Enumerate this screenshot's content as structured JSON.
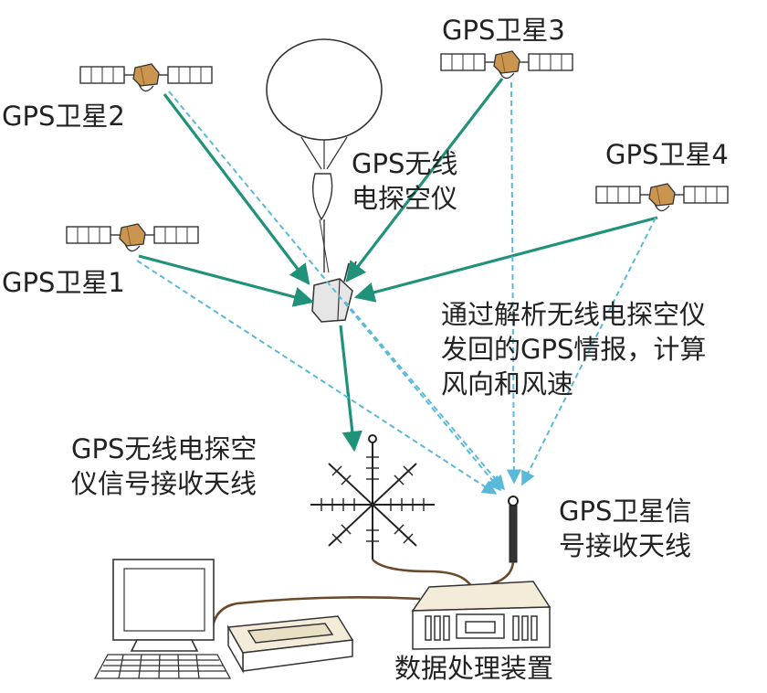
{
  "labels": {
    "satellite_1": "GPS卫星1",
    "satellite_2": "GPS卫星2",
    "satellite_3": "GPS卫星3",
    "satellite_4": "GPS卫星4",
    "radiosonde": [
      "GPS无线",
      "电探空仪"
    ],
    "analysis_note": [
      "通过解析无线电探空仪",
      "发回的GPS情报，计算",
      "风向和风速"
    ],
    "sonde_antenna": [
      "GPS无线电探空",
      "仪信号接收天线"
    ],
    "gps_antenna": [
      "GPS卫星信",
      "号接收天线"
    ],
    "processor": "数据处理装置"
  },
  "colors": {
    "solid_arrow": "#21927a",
    "dashed_arrow": "#5ab8d8",
    "satellite_body": "#c9954f",
    "outline": "#333333",
    "cable": "#6b4a2a",
    "panel_fill": "#ffffff",
    "device_fill": "#f3ecd9"
  }
}
